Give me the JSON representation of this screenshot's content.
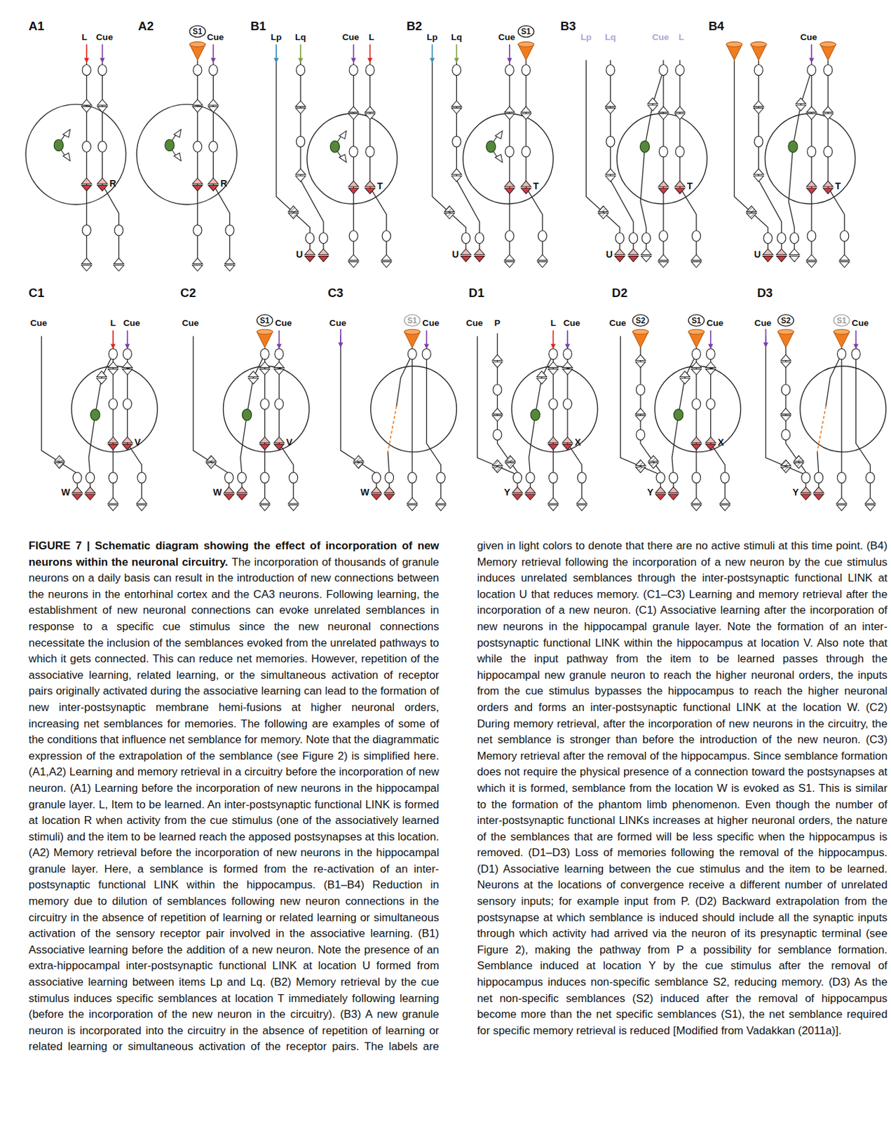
{
  "diagram": {
    "title": "FIGURE 7 | Schematic diagram showing the effect of incorporation of new neurons within the neuronal circuitry.",
    "caption": "The incorporation of thousands of granule neurons on a daily basis can result in the introduction of new connections between the neurons in the entorhinal cortex and the CA3 neurons. Following learning, the establishment of new neuronal connections can evoke unrelated semblances in response to a specific cue stimulus since the new neuronal connections necessitate the inclusion of the semblances evoked from the unrelated pathways to which it gets connected. This can reduce net memories. However, repetition of the associative learning, related learning, or the simultaneous activation of receptor pairs originally activated during the associative learning can lead to the formation of new inter-postsynaptic membrane hemi-fusions at higher neuronal orders, increasing net semblances for memories. The following are examples of some of the conditions that influence net semblance for memory. Note that the diagrammatic expression of the extrapolation of the semblance (see Figure 2) is simplified here. (A1,A2) Learning and memory retrieval in a circuitry before the incorporation of new neuron. (A1) Learning before the incorporation of new neurons in the hippocampal granule layer. L, Item to be learned. An inter-postsynaptic functional LINK is formed at location R when activity from the cue stimulus (one of the associatively learned stimuli) and the item to be learned reach the apposed postsynapses at this location. (A2) Memory retrieval before the incorporation of new neurons in the hippocampal granule layer. Here, a semblance is formed from the re-activation of an inter-postsynaptic functional LINK within the hippocampus. (B1–B4) Reduction in memory due to dilution of semblances following new neuron connections in the circuitry in the absence of repetition of learning or related learning or simultaneous activation of the sensory receptor pair involved in the associative learning. (B1) Associative learning before the addition of a new neuron. Note the presence of an extra-hippocampal inter-postsynaptic functional LINK at location U formed from associative learning between items Lp and Lq. (B2) Memory retrieval by the cue stimulus induces specific semblances at location T immediately following learning (before the incorporation of the new neuron in the circuitry). (B3) A new granule neuron is incorporated into the circuitry in the absence of repetition of learning or related learning or simultaneous activation of the receptor pairs. The labels are given in light colors to denote that there are no active stimuli at this time point. (B4) Memory retrieval following the incorporation of a new neuron by the cue stimulus induces unrelated semblances through the inter-postsynaptic functional LINK at location U that reduces memory. (C1–C3) Learning and memory retrieval after the incorporation of a new neuron. (C1) Associative learning after the incorporation of new neurons in the hippocampal granule layer. Note the formation of an inter-postsynaptic functional LINK within the hippocampus at location V. Also note that while the input pathway from the item to be learned passes through the hippocampal new granule neuron to reach the higher neuronal orders, the inputs from the cue stimulus bypasses the hippocampus to reach the higher neuronal orders and forms an inter-postsynaptic functional LINK at the location W. (C2) During memory retrieval, after the incorporation of new neurons in the circuitry, the net semblance is stronger than before the introduction of the new neuron. (C3) Memory retrieval after the removal of the hippocampus. Since semblance formation does not require the physical presence of a connection toward the postsynapses at which it is formed, semblance from the location W is evoked as S1. This is similar to the formation of the phantom limb phenomenon. Even though the number of inter-postsynaptic functional LINKs increases at higher neuronal orders, the nature of the semblances that are formed will be less specific when the hippocampus is removed. (D1–D3) Loss of memories following the removal of the hippocampus. (D1) Associative learning between the cue stimulus and the item to be learned. Neurons at the locations of convergence receive a different number of unrelated sensory inputs; for example input from P. (D2) Backward extrapolation from the postsynapse at which semblance is induced should include all the synaptic inputs through which activity had arrived via the neuron of its presynaptic terminal (see Figure 2), making the pathway from P a possibility for semblance formation. Semblance induced at location Y by the cue stimulus after the removal of hippocampus induces non-specific semblance S2, reducing memory. (D3) As the net non-specific semblances (S2) induced after the removal of hippocampus become more than the net specific semblances (S1), the net semblance required for specific memory retrieval is reduced [Modified from Vadakkan (2011a)].",
    "nodes": [
      {
        "text": [
          "S1"
        ]
      },
      {
        "text": [
          "S1"
        ]
      },
      {
        "text": [
          "S1"
        ]
      },
      {
        "text": [
          "S1"
        ]
      },
      {
        "text": [
          "S2"
        ]
      },
      {
        "text": [
          "S1"
        ]
      },
      {
        "text": [
          "S2"
        ]
      },
      {
        "text": [
          "S1"
        ]
      }
    ],
    "labels": [
      "A1",
      "L",
      "Cue",
      "R",
      "A2",
      "Cue",
      "R",
      "B1",
      "Lp",
      "Lq",
      "Cue",
      "L",
      "T",
      "U",
      "B2",
      "Lp",
      "Lq",
      "Cue",
      "T",
      "U",
      "B3",
      "Lp",
      "Lq",
      "Cue",
      "L",
      "T",
      "U",
      "B4",
      "Cue",
      "T",
      "U",
      "C1",
      "Cue",
      "L",
      "Cue",
      "V",
      "W",
      "C2",
      "Cue",
      "Cue",
      "V",
      "W",
      "C3",
      "Cue",
      "Cue",
      "W",
      "D1",
      "Cue",
      "P",
      "L",
      "Cue",
      "X",
      "Y",
      "D2",
      "Cue",
      "Cue",
      "X",
      "Y",
      "D3",
      "Cue",
      "Cue",
      "Y"
    ]
  }
}
